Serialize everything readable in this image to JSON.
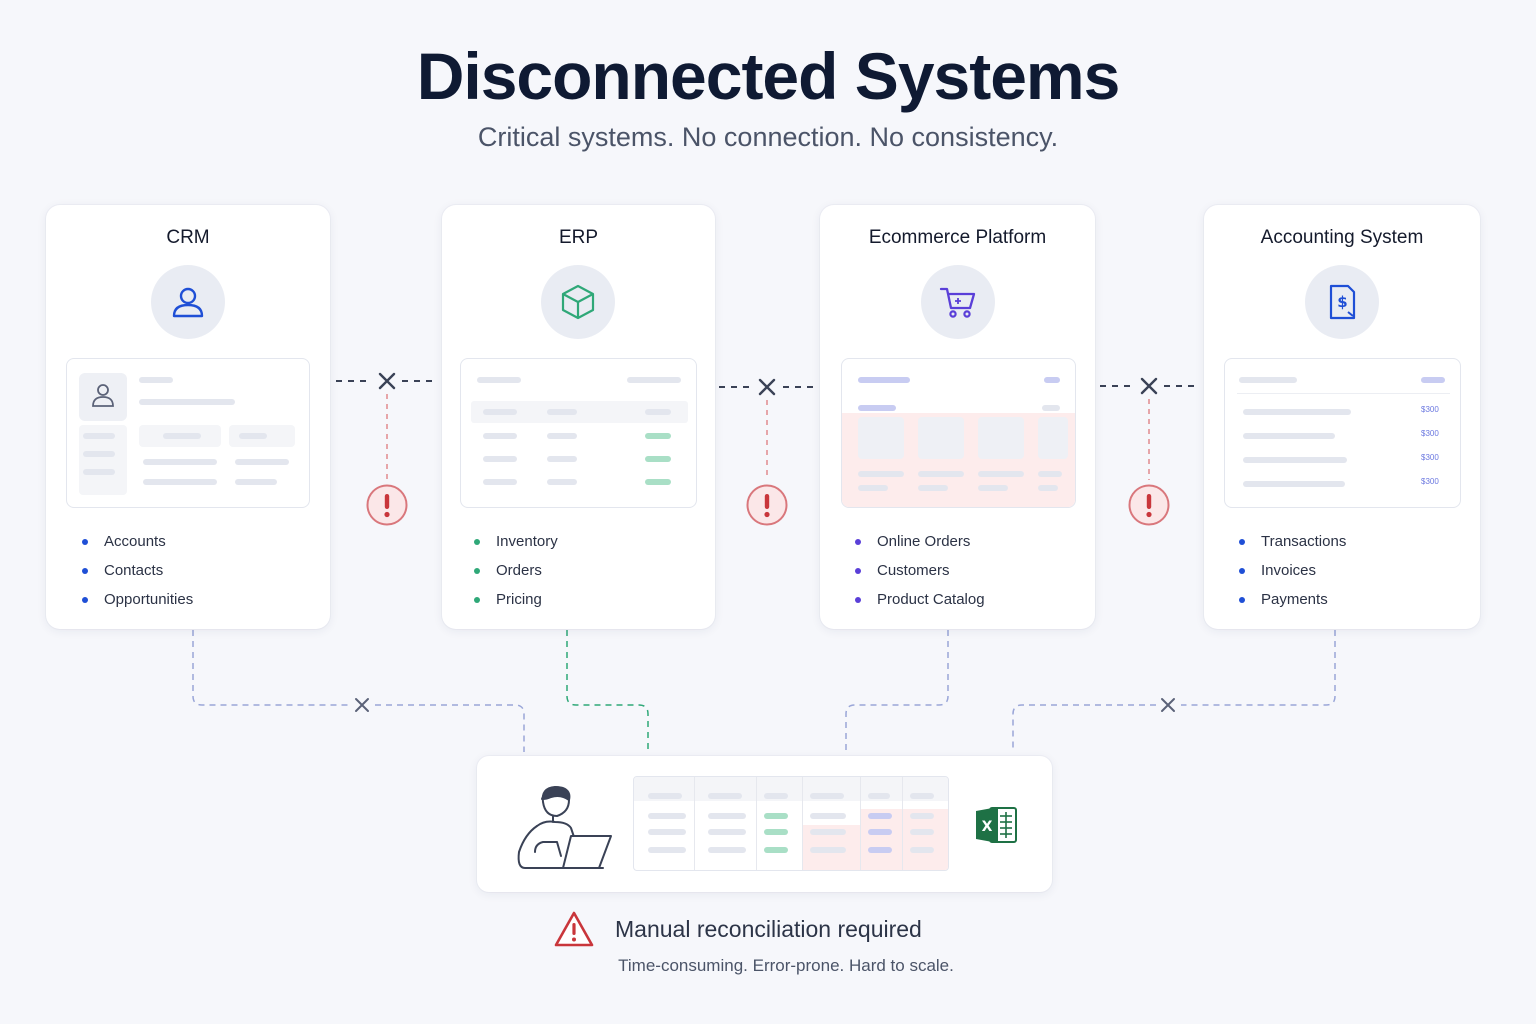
{
  "header": {
    "title": "Disconnected Systems",
    "subtitle": "Critical systems. No connection. No consistency."
  },
  "systems": [
    {
      "title": "CRM",
      "icon": "user-icon",
      "accent": "#1f4fd6",
      "items": [
        "Accounts",
        "Contacts",
        "Opportunities"
      ]
    },
    {
      "title": "ERP",
      "icon": "box-icon",
      "accent": "#2fa878",
      "items": [
        "Inventory",
        "Orders",
        "Pricing"
      ]
    },
    {
      "title": "Ecommerce Platform",
      "icon": "cart-icon",
      "accent": "#5a3fd8",
      "items": [
        "Online Orders",
        "Customers",
        "Product Catalog"
      ]
    },
    {
      "title": "Accounting System",
      "icon": "invoice-dollar-icon",
      "accent": "#1f4fd6",
      "items": [
        "Transactions",
        "Invoices",
        "Payments"
      ]
    }
  ],
  "accounting_amounts": [
    "$300",
    "$300",
    "$300",
    "$300"
  ],
  "footer": {
    "warning_title": "Manual reconciliation required",
    "warning_subtitle": "Time-consuming. Error-prone. Hard to scale.",
    "excel_icon": "excel-icon",
    "warning_icon": "warning-triangle-icon",
    "person_icon": "person-laptop-icon"
  },
  "colors": {
    "error": "#c9363b",
    "connector": "#9aa6d8",
    "erp_connector": "#2fa878"
  }
}
